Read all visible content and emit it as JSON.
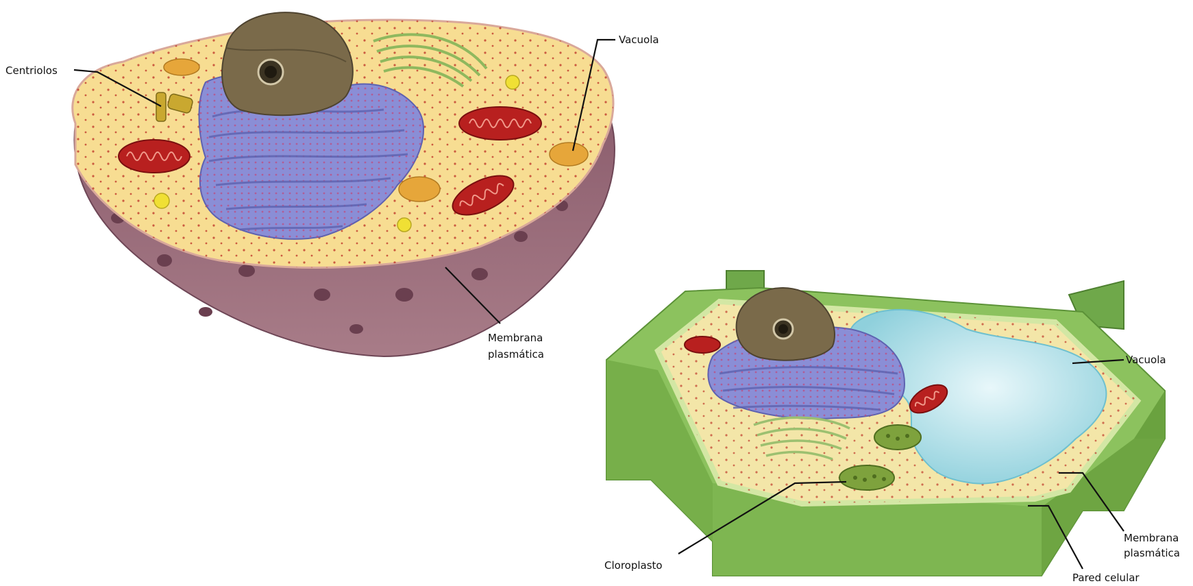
{
  "animal_cell": {
    "labels": {
      "centriolos": "Centriolos",
      "vacuola": "Vacuola",
      "membrana_line1": "Membrana",
      "membrana_line2": "plasmática"
    }
  },
  "plant_cell": {
    "labels": {
      "vacuola": "Vacuola",
      "cloroplasto": "Cloroplasto",
      "membrana_line1": "Membrana",
      "membrana_line2": "plasmática",
      "pared_celular": "Pared celular"
    }
  },
  "colors": {
    "cytoplasm": "#f7dd92",
    "animal_body": "#9a6a78",
    "er": "#7f84cf",
    "mitochondria": "#b8201f",
    "nucleus": "#7a6a4a",
    "plant_wall": "#8cc25e",
    "plant_vacuole": "#bfe6ee",
    "chloroplast": "#7ea23d"
  }
}
